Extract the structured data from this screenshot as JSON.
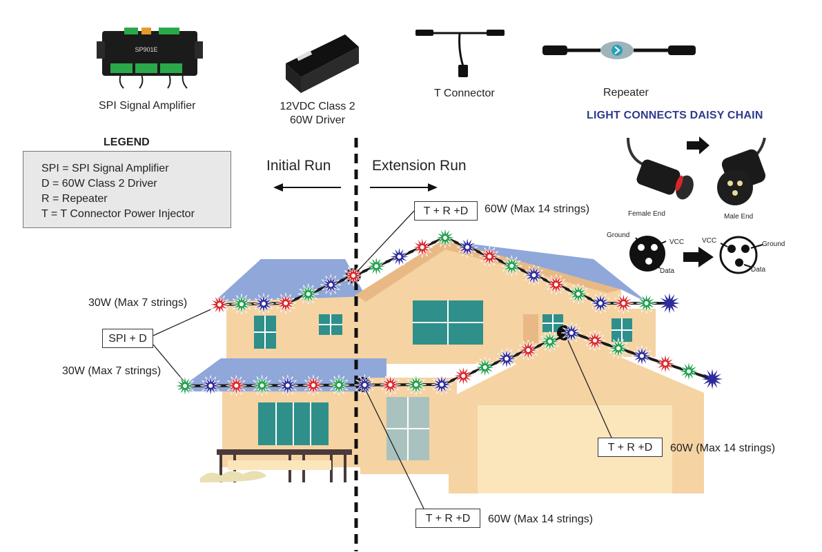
{
  "products": {
    "amplifier": {
      "label": "SPI Signal Amplifier",
      "device_text": "SP901E"
    },
    "driver": {
      "label_line1": "12VDC Class 2",
      "label_line2": "60W Driver"
    },
    "t_connector": {
      "label": "T Connector"
    },
    "repeater": {
      "label": "Repeater"
    }
  },
  "legend": {
    "title": "LEGEND",
    "items": [
      "SPI = SPI Signal Amplifier",
      "D = 60W Class 2 Driver",
      "R = Repeater",
      "T =  T Connector Power Injector"
    ]
  },
  "runs": {
    "initial": "Initial Run",
    "extension": "Extension Run"
  },
  "daisy_chain": {
    "title": "LIGHT CONNECTS DAISY CHAIN",
    "female_end": "Female End",
    "male_end": "Male End",
    "pins_left": {
      "ground": "Ground",
      "vcc": "VCC",
      "data": "Data"
    },
    "pins_right": {
      "vcc": "VCC",
      "ground": "Ground",
      "data": "Data"
    }
  },
  "callouts": {
    "top_tag": "T + R +D",
    "top_watts": "60W (Max 14 strings)",
    "upper_left_watts": "30W (Max 7 strings)",
    "spi_tag": "SPI + D",
    "lower_left_watts": "30W (Max 7 strings)",
    "right_tag": "T + R +D",
    "right_watts": "60W (Max 14 strings)",
    "bottom_tag": "T + R +D",
    "bottom_watts": "60W (Max 14 strings)"
  },
  "colors": {
    "roof": "#8fa7d9",
    "wall": "#f5d3a3",
    "wall_shade": "#e9b985",
    "window": "#2f8f8a",
    "garage": "#fbe6bc",
    "wire": "#1a1a1a",
    "star_red": "#d9262b",
    "star_green": "#1e9e4a",
    "star_blue": "#2d2a9a",
    "legend_bg": "#e8e8e8",
    "chain_title": "#2e3a8c"
  }
}
